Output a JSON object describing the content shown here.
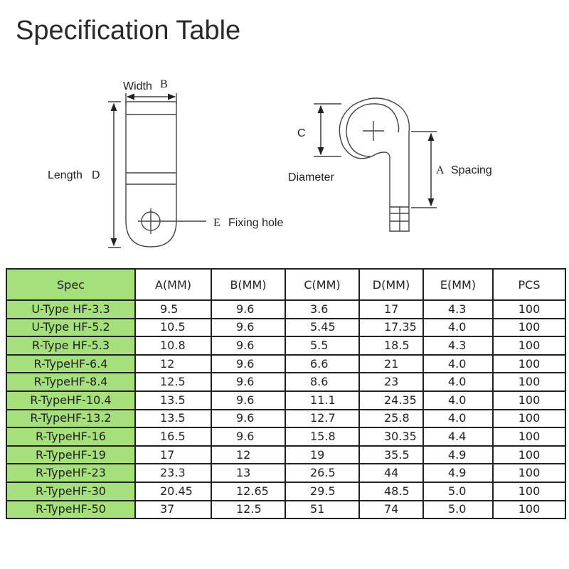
{
  "title": "Specification Table",
  "diagram": {
    "width_label": "Width",
    "width_letter": "B",
    "length_label": "Length",
    "length_letter": "D",
    "fixing_letter": "E",
    "fixing_label": "Fixing hole",
    "c_letter": "C",
    "diameter_label": "Diameter",
    "a_letter": "A",
    "spacing_label": "Spacing"
  },
  "table": {
    "headers": [
      "Spec",
      "A(MM)",
      "B(MM)",
      "C(MM)",
      "D(MM)",
      "E(MM)",
      "PCS"
    ],
    "rows": [
      [
        "U-Type HF-3.3",
        "9.5",
        "9.6",
        "3.6",
        "17",
        "4.3",
        "100"
      ],
      [
        "U-Type HF-5.2",
        "10.5",
        "9.6",
        "5.45",
        "17.35",
        "4.0",
        "100"
      ],
      [
        "R-Type HF-5.3",
        "10.8",
        "9.6",
        "5.5",
        "18.5",
        "4.3",
        "100"
      ],
      [
        "R-TypeHF-6.4",
        "12",
        "9.6",
        "6.6",
        "21",
        "4.0",
        "100"
      ],
      [
        "R-TypeHF-8.4",
        "12.5",
        "9.6",
        "8.6",
        "23",
        "4.0",
        "100"
      ],
      [
        "R-TypeHF-10.4",
        "13.5",
        "9.6",
        "11.1",
        "24.35",
        "4.0",
        "100"
      ],
      [
        "R-TypeHF-13.2",
        "13.5",
        "9.6",
        "12.7",
        "25.8",
        "4.0",
        "100"
      ],
      [
        "R-TypeHF-16",
        "16.5",
        "9.6",
        "15.8",
        "30.35",
        "4.4",
        "100"
      ],
      [
        "R-TypeHF-19",
        "17",
        "12",
        "19",
        "35.5",
        "4.9",
        "100"
      ],
      [
        "R-TypeHF-23",
        "23.3",
        "13",
        "26.5",
        "44",
        "4.9",
        "100"
      ],
      [
        "R-TypeHF-30",
        "20.45",
        "12.65",
        "29.5",
        "48.5",
        "5.0",
        "100"
      ],
      [
        "R-TypeHF-50",
        "37",
        "12.5",
        "51",
        "74",
        "5.0",
        "100"
      ]
    ]
  }
}
